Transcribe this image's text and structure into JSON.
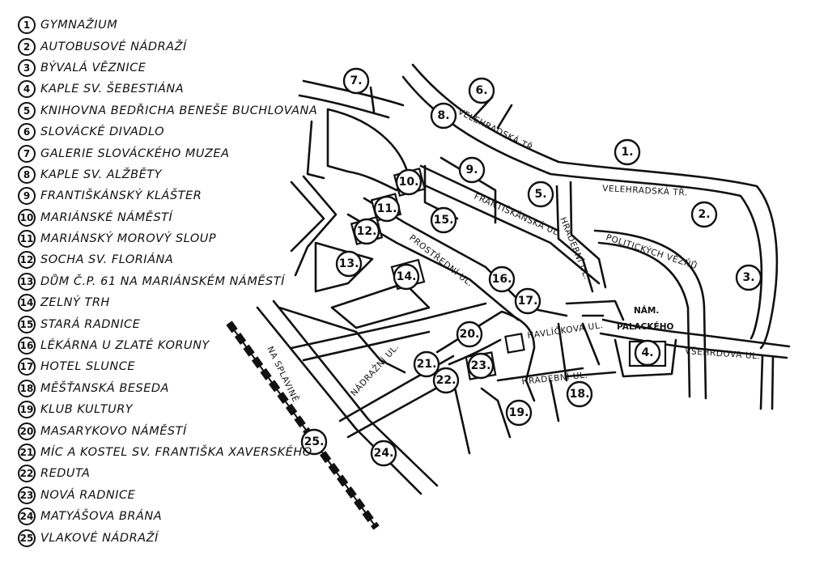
{
  "legend": [
    {
      "num": "1",
      "label": "GYMNAŽIUM"
    },
    {
      "num": "2",
      "label": "AUTOBUSOVÉ NÁDRAŽÍ"
    },
    {
      "num": "3",
      "label": "BÝVALÁ VĚZNICE"
    },
    {
      "num": "4",
      "label": "KAPLE SV. ŠEBESTIÁNA"
    },
    {
      "num": "5",
      "label": "KNIHOVNA BEDŘICHA BENEŠE BUCHLOVANA"
    },
    {
      "num": "6",
      "label": "SLOVÁCKÉ DIVADLO"
    },
    {
      "num": "7",
      "label": "GALERIE SLOVÁCKÉHO MUZEA"
    },
    {
      "num": "8",
      "label": "KAPLE SV. ALŽBĚTY"
    },
    {
      "num": "9",
      "label": "FRANTIŠKÁNSKÝ KLÁŠTER"
    },
    {
      "num": "10",
      "label": "MARIÁNSKÉ NÁMĚSTÍ"
    },
    {
      "num": "11",
      "label": "MARIÁNSKÝ MOROVÝ SLOUP"
    },
    {
      "num": "12",
      "label": "SOCHA SV. FLORIÁNA"
    },
    {
      "num": "13",
      "label": "DŮM Č.P. 61 NA MARIÁNSKÉM NÁMĚSTÍ"
    },
    {
      "num": "14",
      "label": "ZELNÝ TRH"
    },
    {
      "num": "15",
      "label": "STARÁ RADNICE"
    },
    {
      "num": "16",
      "label": "LÉKÁRNA U ZLATÉ KORUNY"
    },
    {
      "num": "17",
      "label": "HOTEL SLUNCE"
    },
    {
      "num": "18",
      "label": "MĚŠŤANSKÁ BESEDA"
    },
    {
      "num": "19",
      "label": "KLUB KULTURY"
    },
    {
      "num": "20",
      "label": "MASARYKOVO NÁMĚSTÍ"
    },
    {
      "num": "21",
      "label": "MÍC A KOSTEL SV. FRANTIŠKA XAVERSKÉHO"
    },
    {
      "num": "22",
      "label": "REDUTA"
    },
    {
      "num": "23",
      "label": "NOVÁ RADNICE"
    },
    {
      "num": "24",
      "label": "MATYÁŠOVA BRÁNA"
    },
    {
      "num": "25",
      "label": "VLAKOVÉ NÁDRAŽÍ"
    }
  ],
  "markers": [
    "1.",
    "2.",
    "3.",
    "4.",
    "5.",
    "6.",
    "7.",
    "8.",
    "9.",
    "10.",
    "11.",
    "12.",
    "13.",
    "14.",
    "15.",
    "16.",
    "17.",
    "18.",
    "19.",
    "20.",
    "21.",
    "22.",
    "23.",
    "24.",
    "25."
  ],
  "streets": {
    "velehradska_1": "VELEHRADSKÁ TŘ.",
    "velehradska_2": "VELEHRADSKÁ TŘ.",
    "frantiskanska": "FRANTIŠKÁNSKÁ UL.",
    "hradebni_1": "HRADEBNÍ UL.",
    "hradebni_2": "HRADEBNÍ UL.",
    "politickych_veznu": "POLITICKÝCH VĚZŇŮ",
    "prostredni": "PROSTŘEDNÍ UL.",
    "havlickova": "HAVLÍČKOVA UL.",
    "vsehrdova": "VŠEHRDOVA UL.",
    "nadrazni": "NÁDRAŽNÍ UL.",
    "na_splavine": "NA SPLAVINĚ",
    "nam_label": "NÁM.",
    "palackeho": "PALACKÉHO"
  }
}
